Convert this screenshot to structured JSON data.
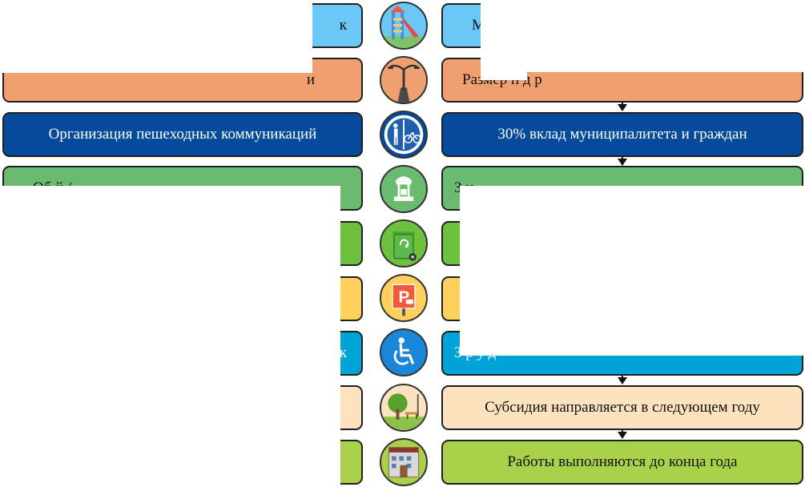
{
  "rows": [
    {
      "left_text": "к",
      "right_text": "М",
      "fill": "#6bc7f5",
      "dark": false
    },
    {
      "left_text": "и",
      "right_text": "Размер п          д      р",
      "fill": "#f0a070",
      "dark": false
    },
    {
      "left_text": "Организация пешеходных коммуникаций",
      "right_text": "30% вклад муниципалитета  и граждан",
      "fill": "#064b9b",
      "dark": true
    },
    {
      "left_text": "Об            й                    /",
      "right_text": "З               н                                             ",
      "fill": "#6aba6f",
      "dark": false
    },
    {
      "left_text": "",
      "right_text": "",
      "fill": "#6dc13f",
      "dark": false
    },
    {
      "left_text": "",
      "right_text": "",
      "fill": "#ffd15c",
      "dark": false
    },
    {
      "left_text": "к",
      "right_text": "З                                         р    у      д",
      "fill": "#00a3d8",
      "dark": true
    },
    {
      "left_text": "",
      "right_text": "Субсидия направляется в следующем году",
      "fill": "#fde2bf",
      "dark": false
    },
    {
      "left_text": "",
      "right_text": "Работы выполняются до конца года",
      "fill": "#a9d24a",
      "dark": false
    }
  ],
  "icons": [
    "playground-icon",
    "street-lamp-icon",
    "pedestrian-bicycle-icon",
    "fountain-icon",
    "recycle-bin-icon",
    "parking-icon",
    "wheelchair-icon",
    "park-icon",
    "building-icon"
  ],
  "colors": {
    "border": "#1f1f1f",
    "arrow": "#111111"
  }
}
